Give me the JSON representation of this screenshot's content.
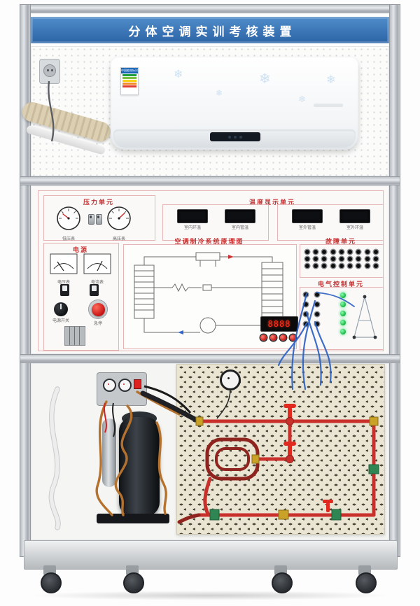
{
  "title": "分体空调实训考核装置",
  "colors": {
    "title_blue": "#2d65a6",
    "accent_red": "#c43434",
    "led_green": "#23c24e",
    "pipe_red": "#c9302c",
    "copper": "#b5722f",
    "wire_blue": "#2d62c4",
    "board_beige": "#eae5d3"
  },
  "decor": {
    "snowflake": "❄"
  },
  "ac_unit": {
    "energy_label_title": "中国能效标识"
  },
  "sections": {
    "pressure": {
      "label": "压力单元",
      "gauges": [
        {
          "label": "低压表"
        },
        {
          "label": "高压表"
        }
      ]
    },
    "temperature": {
      "label": "温度显示单元",
      "displays": [
        {
          "label": "室内环温"
        },
        {
          "label": "室内管温"
        },
        {
          "label": "室外管温"
        },
        {
          "label": "室外环温"
        }
      ]
    },
    "power": {
      "label": "电源",
      "meters": [
        {
          "label": "电压表"
        },
        {
          "label": "电流表"
        }
      ],
      "knob_label": "电源开关",
      "estop_label": "急停"
    },
    "schematic": {
      "label": "空调制冷系统原理图"
    },
    "fault": {
      "label": "故障单元",
      "terminal_rows": 3,
      "terminal_cols": 9
    },
    "control": {
      "label": "电气控制单元",
      "led_count": 5,
      "terminal_count": 8,
      "display_value": "8888",
      "button_count": 4
    }
  }
}
